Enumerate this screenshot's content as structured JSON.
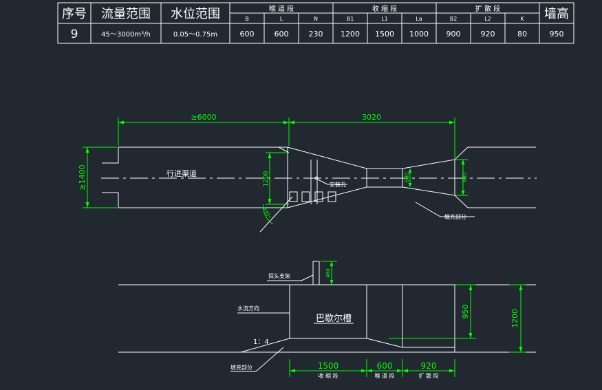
{
  "colors": {
    "background": "#212830",
    "line": "#ffffff",
    "dimension": "#00ff00",
    "table_border": "#ffffff"
  },
  "table": {
    "headers": {
      "seq": "序号",
      "flow_range": "流量范围",
      "level_range": "水位范围",
      "throat_group": "喉 道 段",
      "contraction_group": "收 缩 段",
      "diverging_group": "扩 散 段",
      "wall_height": "墙高"
    },
    "subheaders": [
      "B",
      "L",
      "N",
      "B1",
      "L1",
      "La",
      "B2",
      "L2",
      "K"
    ],
    "row": {
      "seq": "9",
      "flow": "45～3000m³/h",
      "level": "0.05～0.75m",
      "values": [
        "600",
        "600",
        "230",
        "1200",
        "1500",
        "1000",
        "900",
        "920",
        "80"
      ],
      "wall_height": "950"
    }
  },
  "plan_view": {
    "dim_upstream": "≥6000",
    "dim_flume_length": "3020",
    "dim_channel_width": "≥1400",
    "dim_contraction_width": "1200",
    "dim_throat_width": "600",
    "dim_exit_width": "900",
    "label_channel": "行进渠道",
    "label_probe_hole": "安装孔",
    "label_fill": "填充部分",
    "label_slope": "≥45°"
  },
  "section_view": {
    "label_probe_bracket": "探头支架",
    "label_flow_direction": "水流方向",
    "label_flume": "巴歇尔槽",
    "label_slope": "1：4",
    "label_fill": "填充部分",
    "dim_bracket_height": "480",
    "dim_wall_height": "950",
    "dim_channel_depth": "1200",
    "dim_contraction": "1500",
    "dim_throat": "600",
    "dim_diverging": "920",
    "label_contraction": "收 缩 段",
    "label_throat": "喉 道 段",
    "label_diverging": "扩 散 段"
  }
}
